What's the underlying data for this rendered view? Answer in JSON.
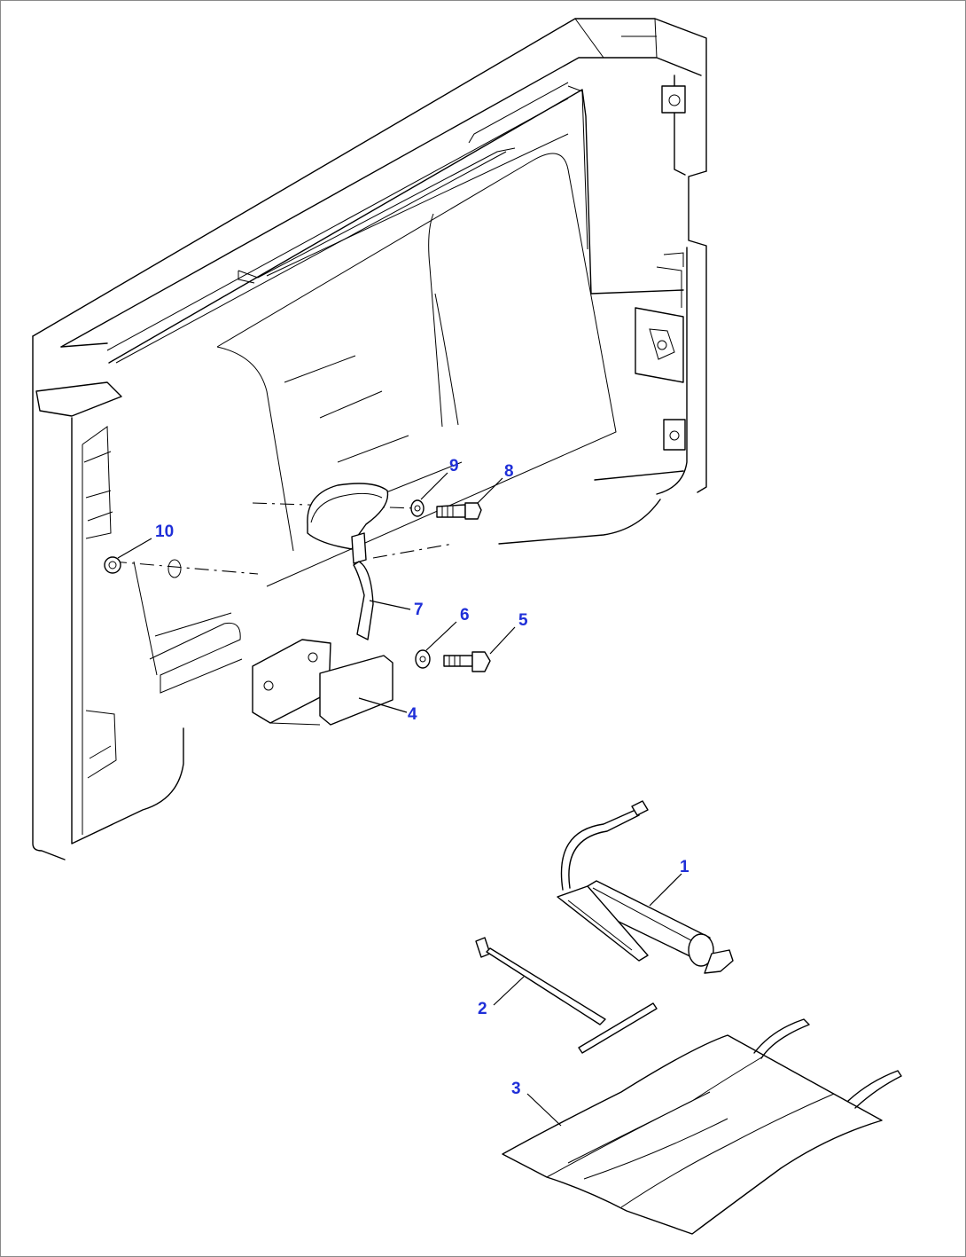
{
  "callouts": [
    {
      "id": "1",
      "label": "1"
    },
    {
      "id": "2",
      "label": "2"
    },
    {
      "id": "3",
      "label": "3"
    },
    {
      "id": "4",
      "label": "4"
    },
    {
      "id": "5",
      "label": "5"
    },
    {
      "id": "6",
      "label": "6"
    },
    {
      "id": "7",
      "label": "7"
    },
    {
      "id": "8",
      "label": "8"
    },
    {
      "id": "9",
      "label": "9"
    },
    {
      "id": "10",
      "label": "10"
    }
  ],
  "colors": {
    "callout_text": "#1f2fd8",
    "line_art": "#000000",
    "background": "#ffffff",
    "border": "#8a8a8a"
  }
}
